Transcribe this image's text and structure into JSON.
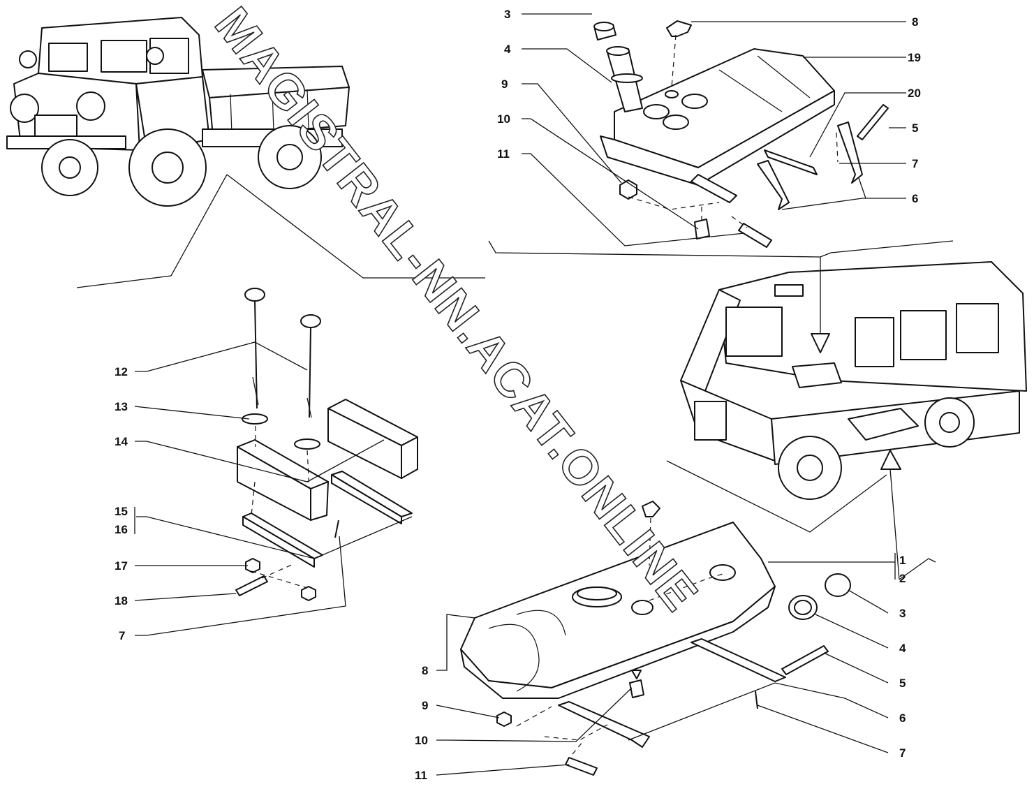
{
  "watermark": "MAGISTRAL-NN.ACAT.ONLINE",
  "top_callouts_left": [
    "3",
    "4",
    "9",
    "10",
    "11"
  ],
  "top_callouts_right": [
    "8",
    "19",
    "20",
    "5",
    "7",
    "6"
  ],
  "left_callouts": [
    "12",
    "13",
    "14",
    "15",
    "16",
    "17",
    "18",
    "7"
  ],
  "bottom_callouts_left": [
    "8",
    "9",
    "10",
    "11"
  ],
  "bottom_callouts_right": [
    "1",
    "2",
    "3",
    "4",
    "5",
    "6",
    "7"
  ]
}
